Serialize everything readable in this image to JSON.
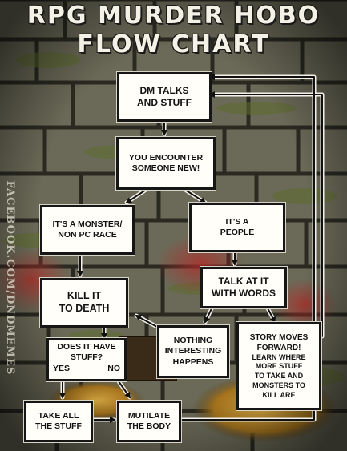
{
  "title": {
    "line1": "RPG MURDER HOBO",
    "line2": "FLOW CHART"
  },
  "watermark": "FACEBOOK.COM/DNDMEMES",
  "nodes": {
    "dm_talks": {
      "lines": [
        "DM TALKS",
        "AND STUFF"
      ]
    },
    "encounter": {
      "lines": [
        "YOU ENCOUNTER",
        "SOMEONE NEW!"
      ]
    },
    "monster": {
      "lines": [
        "IT'S A MONSTER/",
        "NON PC RACE"
      ]
    },
    "people": {
      "lines": [
        "IT'S A",
        "PEOPLE"
      ]
    },
    "kill": {
      "lines": [
        "KILL IT",
        "TO DEATH"
      ]
    },
    "talk": {
      "lines": [
        "TALK AT IT",
        "WITH WORDS"
      ]
    },
    "has_stuff": {
      "lines": [
        "DOES IT HAVE",
        "STUFF?"
      ],
      "yes": "YES",
      "no": "NO"
    },
    "nothing": {
      "lines": [
        "NOTHING",
        "INTERESTING",
        "HAPPENS"
      ]
    },
    "story": {
      "lines": [
        "STORY MOVES",
        "FORWARD!",
        "LEARN WHERE",
        "MORE STUFF",
        "TO TAKE AND",
        "MONSTERS TO",
        "KILL ARE"
      ]
    },
    "take": {
      "lines": [
        "TAKE ALL",
        "THE STUFF"
      ]
    },
    "mutilate": {
      "lines": [
        "MUTILATE",
        "THE BODY"
      ]
    }
  },
  "edges": [
    {
      "from": "dm_talks",
      "to": "encounter"
    },
    {
      "from": "encounter",
      "to": "monster"
    },
    {
      "from": "encounter",
      "to": "people"
    },
    {
      "from": "monster",
      "to": "kill"
    },
    {
      "from": "people",
      "to": "talk"
    },
    {
      "from": "kill",
      "to": "has_stuff"
    },
    {
      "from": "talk",
      "to": "nothing"
    },
    {
      "from": "talk",
      "to": "story"
    },
    {
      "from": "nothing",
      "to": "kill"
    },
    {
      "from": "has_stuff",
      "to": "take",
      "label": "YES"
    },
    {
      "from": "has_stuff",
      "to": "mutilate",
      "label": "NO"
    },
    {
      "from": "take",
      "to": "mutilate"
    },
    {
      "from": "mutilate",
      "to": "dm_talks"
    },
    {
      "from": "story",
      "to": "dm_talks"
    }
  ]
}
